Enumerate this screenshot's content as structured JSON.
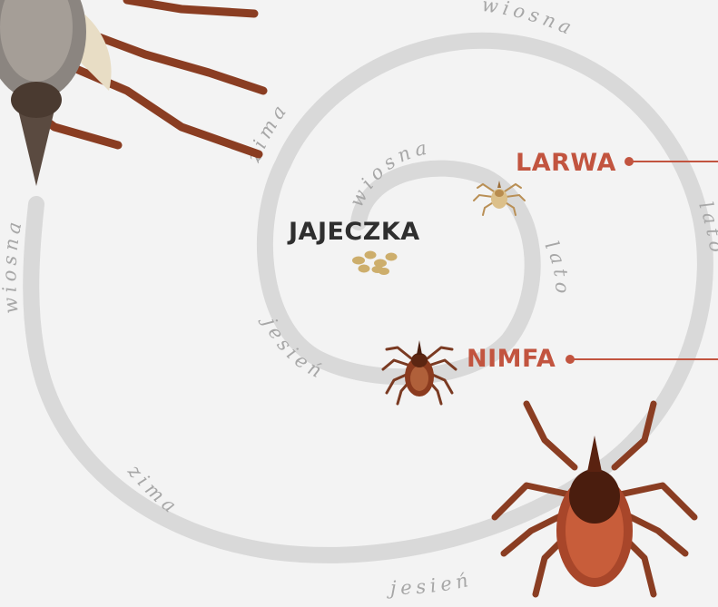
{
  "colors": {
    "background": "#f3f3f3",
    "spiral": "#d9d9d9",
    "season_text": "#a7a7a7",
    "stage_accent": "#c2543f",
    "egg_label": "#2f2f2f",
    "egg": "#cdae6c",
    "tick_body": "#7a3a22",
    "tick_leg": "#8a3d22"
  },
  "stages": {
    "egg": "JAJECZKA",
    "larva": "LARWA",
    "nymph": "NIMFA"
  },
  "seasons": {
    "spring_inner": "wiosna",
    "summer_inner": "lato",
    "autumn_inner": "jesień",
    "winter_mid": "zima",
    "spring_mid": "wiosna",
    "summer_mid": "lato",
    "spring_outer": "wiosna",
    "winter_outer": "zima",
    "autumn_outer": "jesień"
  },
  "icons": {
    "eggs": "egg-cluster-icon",
    "larva": "larva-tick-icon",
    "nymph": "nymph-tick-icon",
    "adult": "adult-tick-icon",
    "engorged": "engorged-tick-icon"
  }
}
